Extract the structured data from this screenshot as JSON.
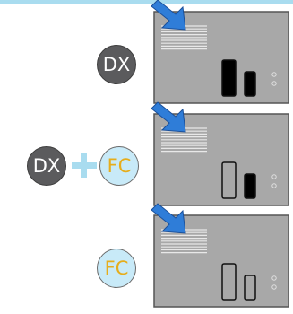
{
  "colors": {
    "topbar": "#a9dcef",
    "unit_body": "#a8a8a8",
    "arrow": "#2f7dd8",
    "dx_circle": "#5b5b5d",
    "fc_circle": "#c8eaf8",
    "fc_text": "#e6ad1c",
    "plus": "#a9dcef"
  },
  "rows": [
    {
      "circles": [
        "DX"
      ],
      "filled_slots": 2,
      "outlined_slots": 0
    },
    {
      "circles": [
        "DX",
        "FC"
      ],
      "filled_slots": 1,
      "outlined_slots": 1
    },
    {
      "circles": [
        "FC"
      ],
      "filled_slots": 0,
      "outlined_slots": 2
    }
  ],
  "labels": {
    "dx": "DX",
    "fc": "FC",
    "plus_icon": "plus-icon"
  },
  "icons": [
    "arrow-icon",
    "vent-icon",
    "led-icon",
    "plus-icon"
  ]
}
